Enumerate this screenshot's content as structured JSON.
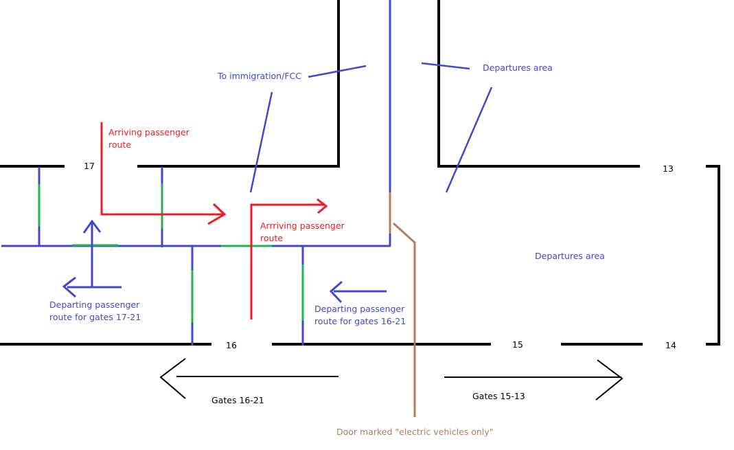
{
  "colors": {
    "wall": "#000000",
    "partition": "#3f48cc",
    "opening": "#22b14c",
    "arriving": "#ed1c24",
    "door": "#b97a57"
  },
  "labels": {
    "to_immigration": "To immigration/FCC",
    "departures_top": "Departures area",
    "departures_right": "Departures area",
    "arriving_1": [
      "Arriving passenger",
      "route"
    ],
    "arriving_2": [
      "Arrriving passenger",
      "route"
    ],
    "departing_17_21": [
      "Departing passenger",
      "route for gates 17-21"
    ],
    "departing_16_21": [
      "Departing passenger",
      "route for gates 16-21"
    ],
    "gates_left": "Gates 16-21",
    "gates_right": "Gates 15-13",
    "door": "Door marked \"electric vehicles only\""
  },
  "gates": {
    "g17": "17",
    "g16": "16",
    "g15": "15",
    "g14": "14",
    "g13": "13"
  }
}
